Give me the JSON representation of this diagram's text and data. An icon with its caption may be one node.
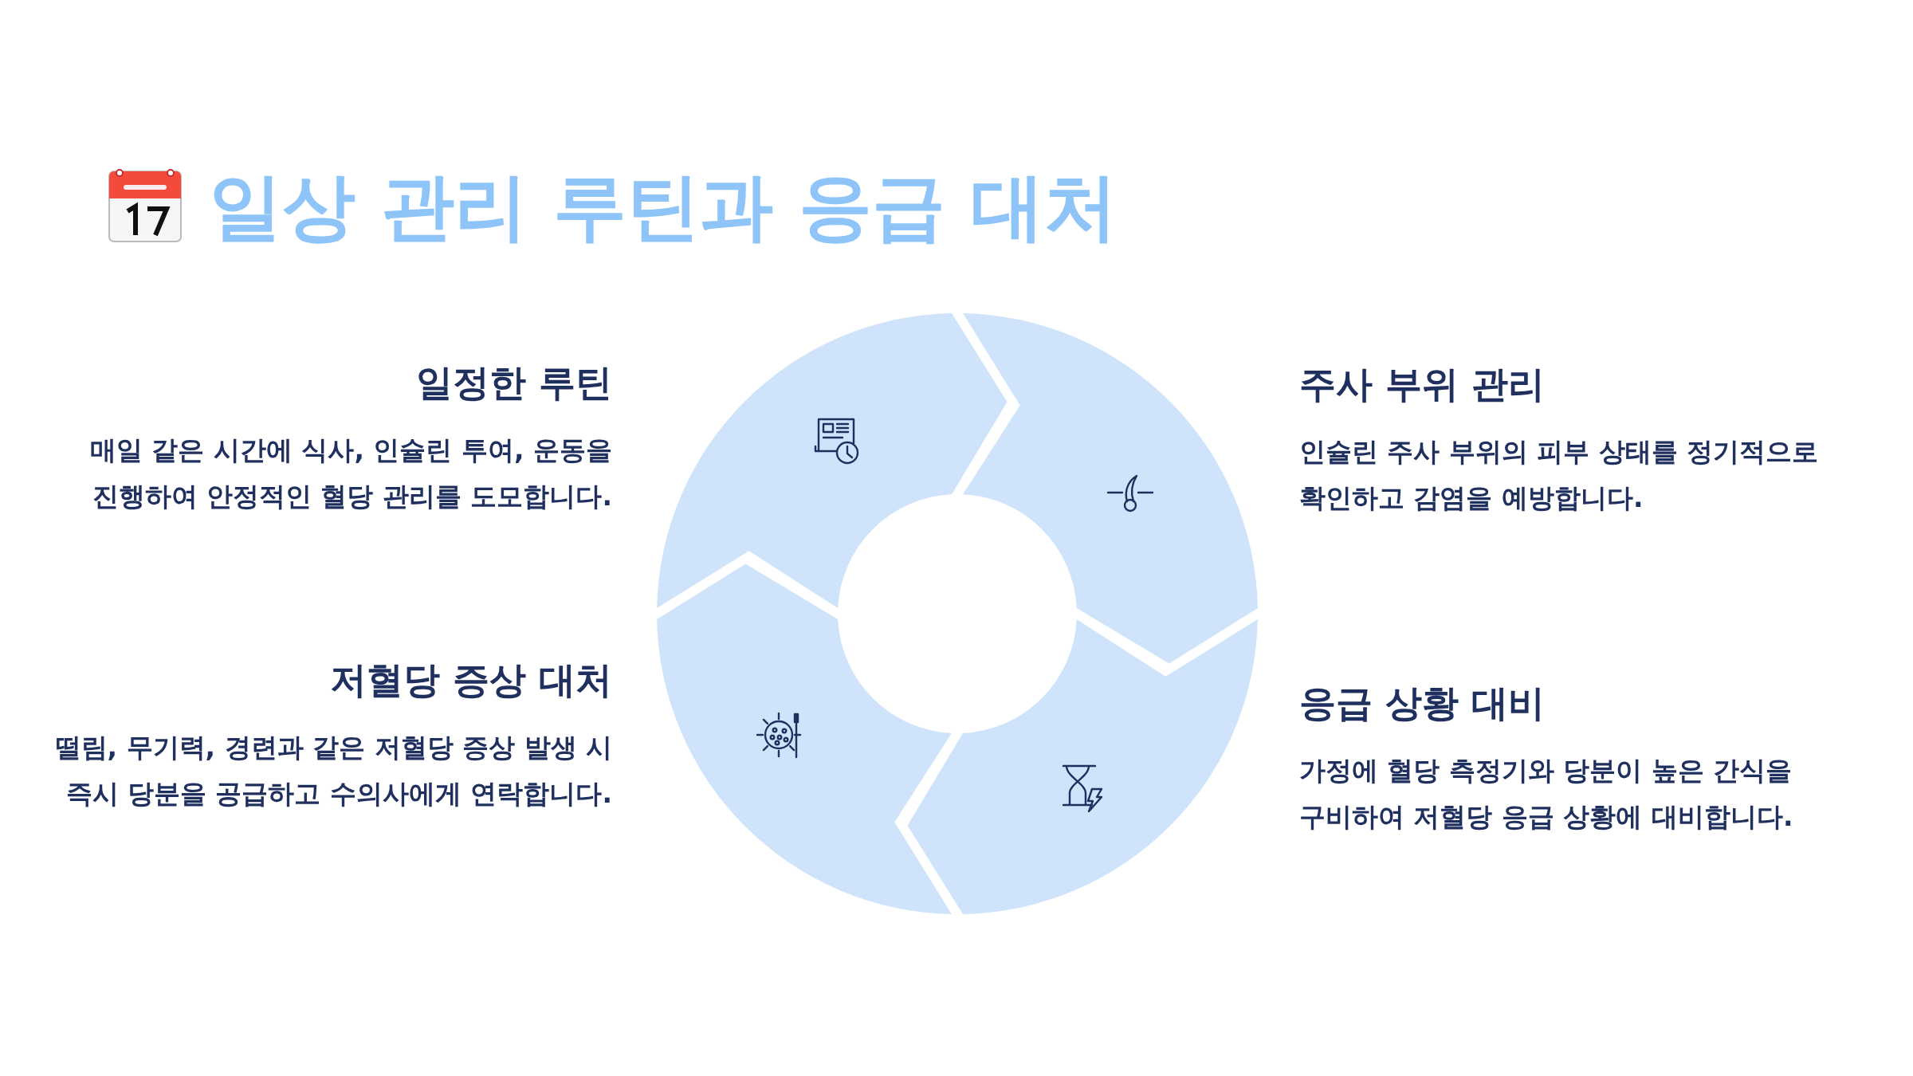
{
  "diagram": {
    "title": "일상 관리 루틴과 응급 대처",
    "nodes": [
      {
        "text": [],
        "shape": "arc",
        "beside": [
          "일정한 루틴",
          "매일 같은 시간에 식사, 인슐린 투여, 운동을 진행하여 안정적인 혈당 관리를 도모합니다."
        ]
      },
      {
        "text": [],
        "shape": "arc",
        "beside": [
          "주사 부위 관리",
          "인슐린 주사 부위의 피부 상태를 정기적으로 확인하고 감염을 예방합니다."
        ]
      },
      {
        "text": [],
        "shape": "arc",
        "beside": [
          "응급 상황 대비",
          "가정에 혈당 측정기와 당분이 높은 간식을 구비하여 저혈당 응급 상황에 대비합니다."
        ]
      },
      {
        "text": [],
        "shape": "arc",
        "beside": [
          "저혈당 증상 대처",
          "떨림, 무기력, 경련과 같은 저혈당 증상 발생 시 즉시 당분을 공급하고 수의사에게 연락합니다."
        ]
      }
    ]
  }
}
